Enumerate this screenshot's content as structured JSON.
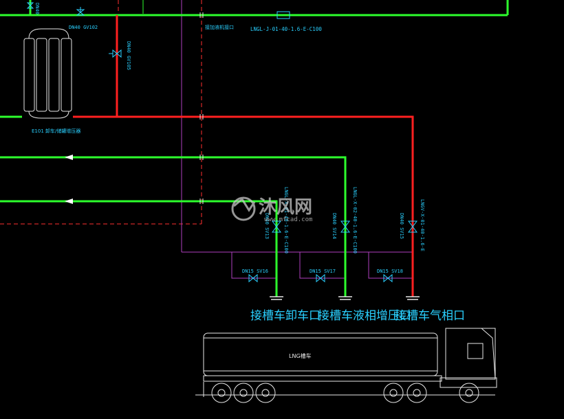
{
  "colors": {
    "background": "#000000",
    "liquid_line": "#2dff2d",
    "gas_line": "#ff2020",
    "vent_line": "#b040c0",
    "label_cyan": "#2ad0ff",
    "outline_white": "#e8e8e8",
    "dashed_boundary": "#ff3030",
    "watermark": "#c8c8c8"
  },
  "labels": {
    "top_dn": "DN40",
    "gv102": "DN40 GV102",
    "gv105": "DN40 GV105",
    "fill_interface": "接加液机接口",
    "pipe_top": "LNGL-J-01-40-1.6-E-C100",
    "e101": "E101 卸车/储罐增压器",
    "pipe_sv13": "LNGL-X-01-40-1.6-E-C100",
    "sv13": "DN40 SV13",
    "pipe_sv14": "LNGL-X-02-40-1.6-E-C100",
    "sv14": "DN40 SV14",
    "pipe_sv15": "LNGV-X-01-40-1.6-E",
    "sv15": "DN40 SV15",
    "sv16": "DN15  SV16",
    "sv17": "DN15  SV17",
    "sv18": "DN15  SV18",
    "port_unload": "接槽车卸车口",
    "port_liquid": "接槽车液相增压口",
    "port_gas": "接槽车气相口",
    "truck": "LNG槽车",
    "watermark_main": "沐风网",
    "watermark_url": "www.mfcad.com"
  }
}
